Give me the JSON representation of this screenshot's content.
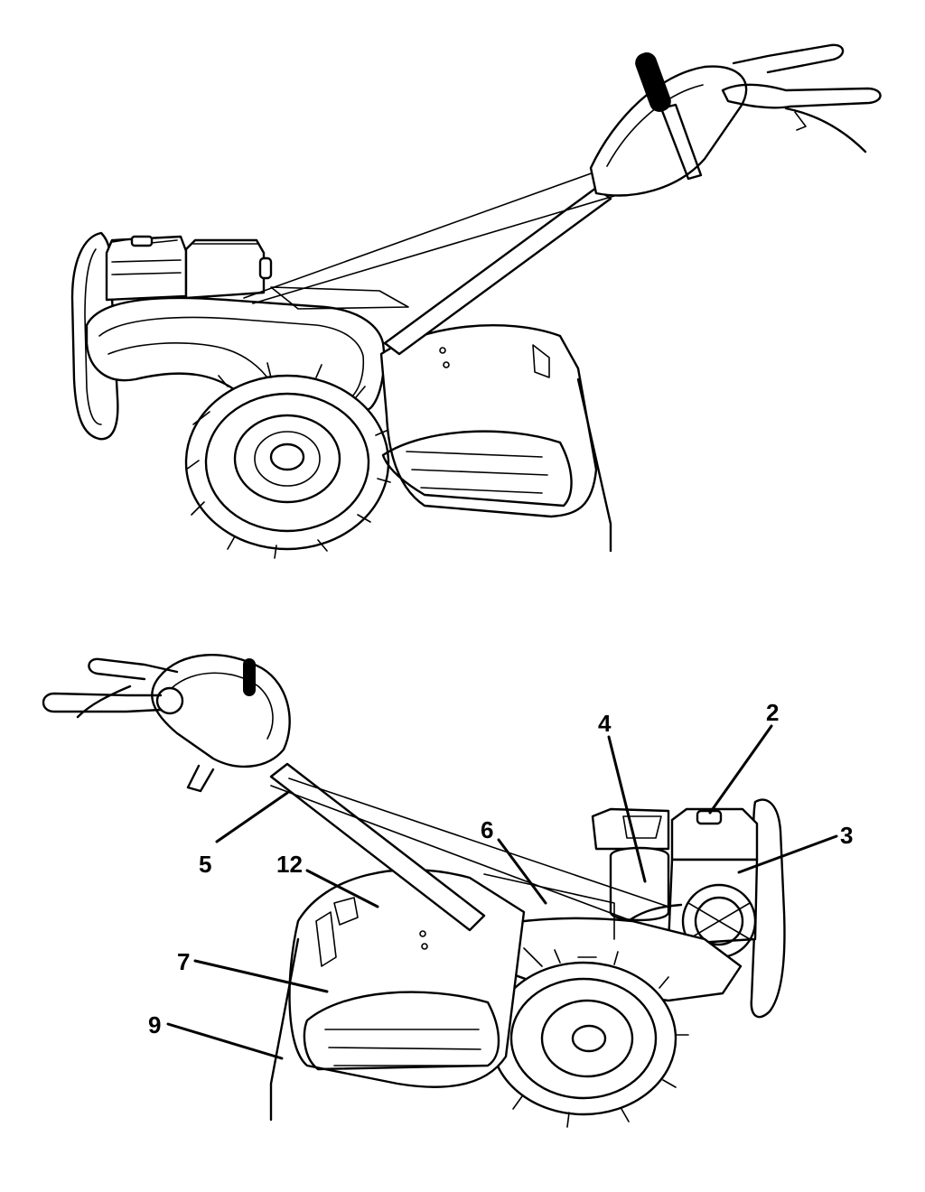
{
  "callouts": [
    {
      "id": "2",
      "label": "2",
      "part": "fuel-tank-cap"
    },
    {
      "id": "3",
      "label": "3",
      "part": "engine"
    },
    {
      "id": "4",
      "label": "4",
      "part": "air-cleaner"
    },
    {
      "id": "5",
      "label": "5",
      "part": "handlebar"
    },
    {
      "id": "6",
      "label": "6",
      "part": "shift-control"
    },
    {
      "id": "7",
      "label": "7",
      "part": "tine-hood"
    },
    {
      "id": "9",
      "label": "9",
      "part": "depth-bar"
    },
    {
      "id": "12",
      "label": "12",
      "part": "tine-shield"
    }
  ]
}
